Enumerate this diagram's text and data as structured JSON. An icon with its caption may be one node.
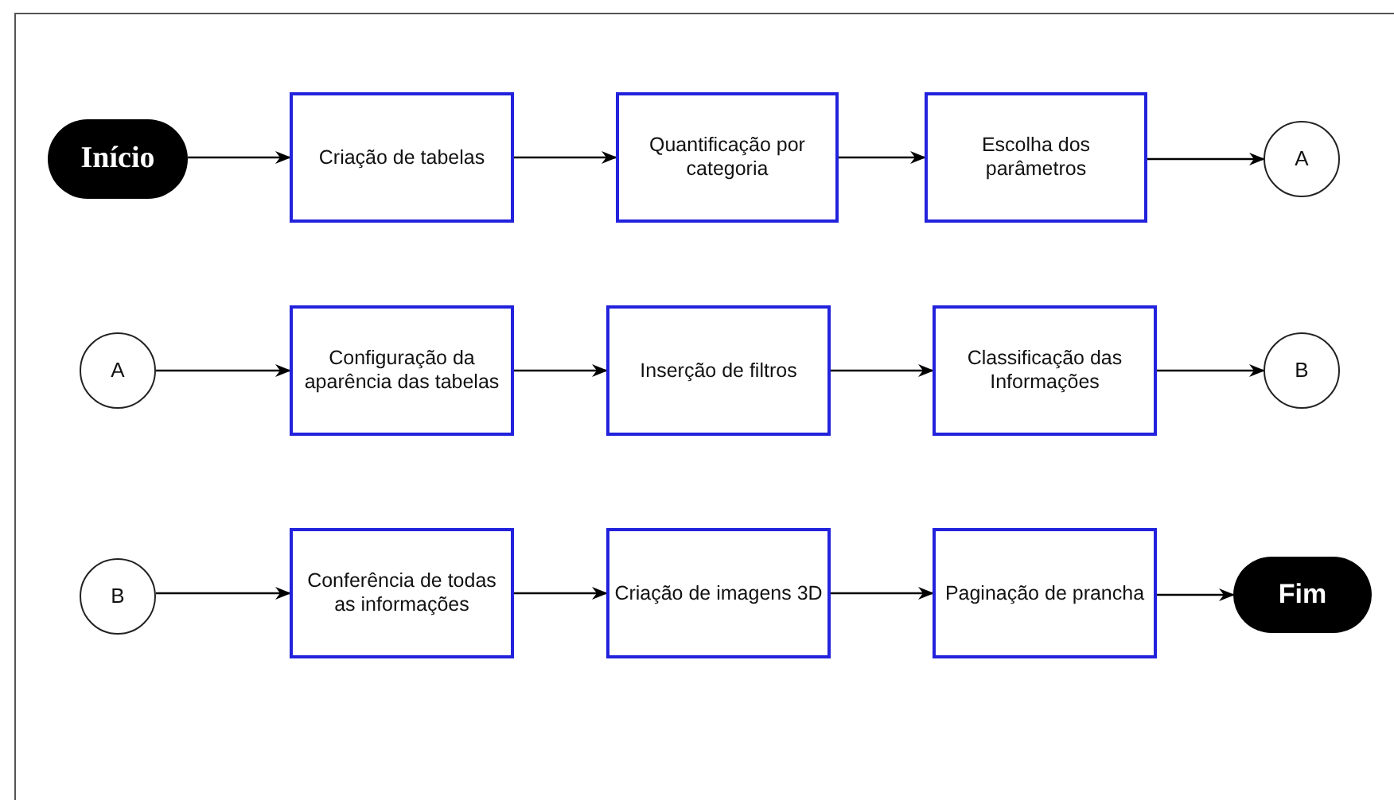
{
  "diagram": {
    "nodes": [
      {
        "text": [
          "Início"
        ]
      },
      {
        "text": [
          "Criação de tabelas"
        ]
      },
      {
        "text": [
          "Quantificação por categoria"
        ]
      },
      {
        "text": [
          "Escolha dos parâmetros"
        ]
      },
      {
        "text": [
          "A"
        ]
      },
      {
        "text": [
          "A"
        ]
      },
      {
        "text": [
          "Configuração da aparência das tabelas"
        ]
      },
      {
        "text": [
          "Inserção de filtros"
        ]
      },
      {
        "text": [
          "Classificação das Informações"
        ]
      },
      {
        "text": [
          "B"
        ]
      },
      {
        "text": [
          "B"
        ]
      },
      {
        "text": [
          "Conferência de todas as informações"
        ]
      },
      {
        "text": [
          "Criação de imagens 3D"
        ]
      },
      {
        "text": [
          "Paginação de prancha"
        ]
      },
      {
        "text": [
          "Fim"
        ]
      }
    ],
    "edges": [
      {
        "from": 0,
        "to": 1,
        "arrow": "to"
      },
      {
        "from": 1,
        "to": 2,
        "arrow": "to"
      },
      {
        "from": 2,
        "to": 3,
        "arrow": "to"
      },
      {
        "from": 3,
        "to": 4,
        "arrow": "to"
      },
      {
        "from": 5,
        "to": 6,
        "arrow": "to"
      },
      {
        "from": 6,
        "to": 7,
        "arrow": "to"
      },
      {
        "from": 7,
        "to": 8,
        "arrow": "to"
      },
      {
        "from": 8,
        "to": 9,
        "arrow": "to"
      },
      {
        "from": 10,
        "to": 11,
        "arrow": "to"
      },
      {
        "from": 11,
        "to": 12,
        "arrow": "to"
      },
      {
        "from": 12,
        "to": 13,
        "arrow": "to"
      },
      {
        "from": 13,
        "to": 14,
        "arrow": "to"
      }
    ]
  }
}
